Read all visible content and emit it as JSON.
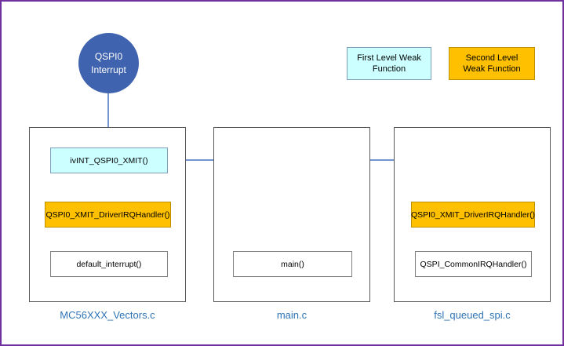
{
  "start_node": {
    "label": "QSPI0 Interrupt"
  },
  "legend": {
    "first": {
      "label": "First Level Weak Function"
    },
    "second": {
      "label": "Second Level Weak Function"
    }
  },
  "containers": [
    {
      "label": "MC56XXX_Vectors.c",
      "boxes": [
        {
          "label": "ivINT_QSPI0_XMIT()",
          "type": "first-level-weak"
        },
        {
          "label": "QSPI0_XMIT_DriverIRQHandler()",
          "type": "second-level-weak"
        },
        {
          "label": "default_interrupt()",
          "type": "plain"
        }
      ]
    },
    {
      "label": "main.c",
      "boxes": [
        {
          "label": "main()",
          "type": "plain"
        }
      ]
    },
    {
      "label": "fsl_queued_spi.c",
      "boxes": [
        {
          "label": "QSPI0_XMIT_DriverIRQHandler()",
          "type": "second-level-weak"
        },
        {
          "label": "QSPI_CommonIRQHandler()",
          "type": "plain"
        }
      ]
    }
  ],
  "colors": {
    "node_fill": "#3F63AE",
    "first_level_fill": "#CCFFFF",
    "second_level_fill": "#FFC000",
    "arrow": "#4472C4",
    "container_label": "#2E74B5",
    "page_border": "#7030A0"
  }
}
